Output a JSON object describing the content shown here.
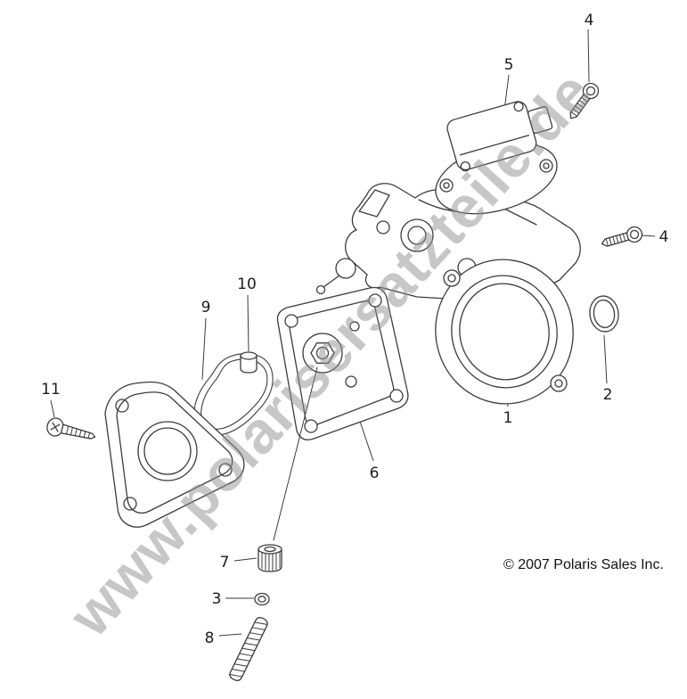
{
  "watermark": {
    "text": "www.polarisersatzteile.de",
    "color": "#9b9b9b"
  },
  "footer": {
    "copyright": "© 2007 Polaris Sales Inc."
  },
  "diagram": {
    "background": "#ffffff",
    "line_color": "#3c3c3c",
    "callouts": [
      {
        "label": "4"
      },
      {
        "label": "5"
      },
      {
        "label": "4"
      },
      {
        "label": "2"
      },
      {
        "label": "1"
      },
      {
        "label": "10"
      },
      {
        "label": "9"
      },
      {
        "label": "11"
      },
      {
        "label": "6"
      },
      {
        "label": "7"
      },
      {
        "label": "3"
      },
      {
        "label": "8"
      }
    ]
  }
}
